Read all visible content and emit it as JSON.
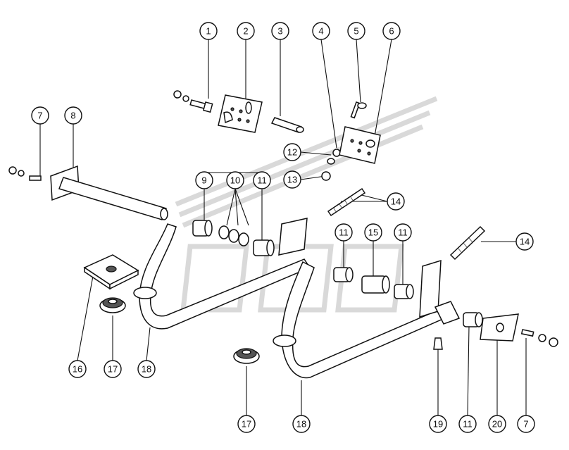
{
  "callouts": {
    "c1": "1",
    "c2": "2",
    "c3": "3",
    "c4": "4",
    "c5": "5",
    "c6": "6",
    "c7a": "7",
    "c8": "8",
    "c9": "9",
    "c10": "10",
    "c11a": "11",
    "c12": "12",
    "c13": "13",
    "c14a": "14",
    "c11b": "11",
    "c15": "15",
    "c11c": "11",
    "c14b": "14",
    "c16": "16",
    "c17a": "17",
    "c18a": "18",
    "c17b": "17",
    "c18b": "18",
    "c19": "19",
    "c11d": "11",
    "c20": "20",
    "c7b": "7"
  },
  "colors": {
    "line": "#111111",
    "watermark": "#d9d9d9",
    "background": "#ffffff"
  }
}
